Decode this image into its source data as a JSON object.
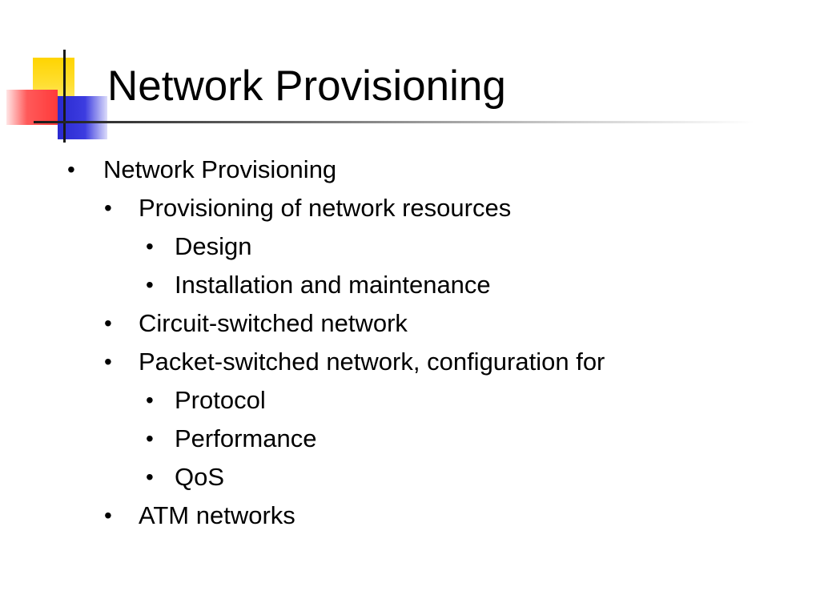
{
  "slide": {
    "title": "Network Provisioning",
    "bullet_glyph": "•",
    "items": [
      {
        "level": 1,
        "text": "Network Provisioning"
      },
      {
        "level": 2,
        "text": "Provisioning of network resources"
      },
      {
        "level": 3,
        "text": "Design"
      },
      {
        "level": 3,
        "text": "Installation and maintenance"
      },
      {
        "level": 2,
        "text": "Circuit-switched network"
      },
      {
        "level": 2,
        "text": "Packet-switched network, configuration for"
      },
      {
        "level": 3,
        "text": "Protocol"
      },
      {
        "level": 3,
        "text": "Performance"
      },
      {
        "level": 3,
        "text": "QoS"
      },
      {
        "level": 2,
        "text": "ATM networks"
      }
    ]
  },
  "colors": {
    "logo_yellow": "#ffd400",
    "logo_red": "#ff4a4a",
    "logo_blue": "#2a2ad0",
    "text": "#000000"
  }
}
